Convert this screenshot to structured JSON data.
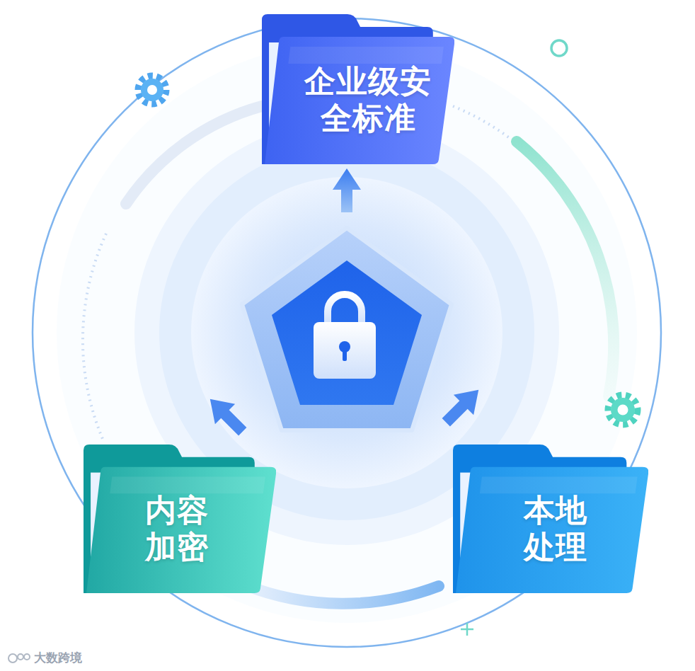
{
  "diagram": {
    "nodes": [
      {
        "text": [
          "企业级安 全标准"
        ]
      },
      {
        "text": [
          "内容 加密"
        ]
      },
      {
        "text": [
          "本地 处理"
        ]
      }
    ],
    "labels": [
      "大数跨境"
    ]
  }
}
